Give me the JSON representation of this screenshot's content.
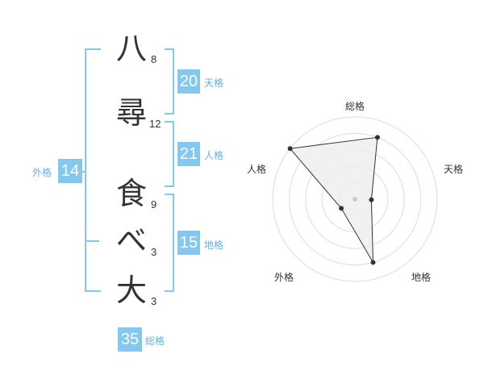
{
  "name_chars": [
    {
      "char": "八",
      "strokes": "8"
    },
    {
      "char": "尋",
      "strokes": "12"
    },
    {
      "char": "食",
      "strokes": "9"
    },
    {
      "char": "べ",
      "strokes": "3"
    },
    {
      "char": "大",
      "strokes": "3"
    }
  ],
  "fortunes": {
    "tenkaku": {
      "value": "20",
      "label": "天格"
    },
    "jinkaku": {
      "value": "21",
      "label": "人格"
    },
    "chikaku": {
      "value": "15",
      "label": "地格"
    },
    "gaikaku": {
      "value": "14",
      "label": "外格"
    },
    "soukaku": {
      "value": "35",
      "label": "総格"
    }
  },
  "radar": {
    "axes": [
      "総格",
      "天格",
      "地格",
      "外格",
      "人格"
    ],
    "levels": 5,
    "values": [
      4,
      1,
      4,
      1,
      5
    ],
    "max": 5,
    "colors": {
      "fill": "#eeeeee",
      "stroke": "#333333",
      "grid": "#dddddd",
      "point": "#333333",
      "center": "#cccccc"
    }
  }
}
